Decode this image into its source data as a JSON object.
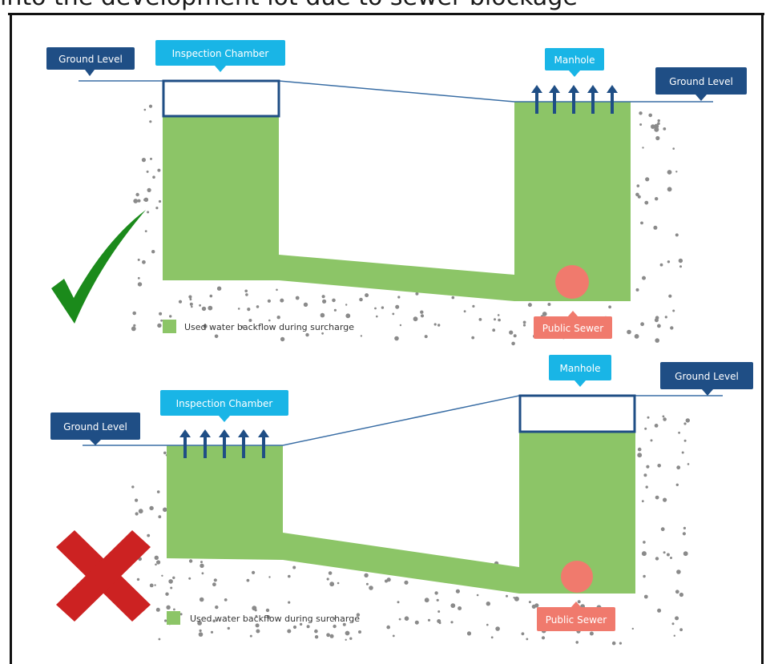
{
  "title": "e into the development lot due to sewer blockage",
  "colors": {
    "water": "#8cc567",
    "dark_label": "#1f4e85",
    "light_label": "#19b5e6",
    "sewer": "#f07a6d",
    "arrow": "#1f4e85",
    "tick": "#1b8a1b",
    "cross": "#cc2222",
    "gravel": "#8a8a8a"
  },
  "top_panel": {
    "ground_level_left": "Ground Level",
    "inspection_chamber": "Inspection Chamber",
    "manhole": "Manhole",
    "ground_level_right": "Ground Level",
    "public_sewer": "Public Sewer",
    "legend": "Used water backflow during surcharge",
    "verdict_icon": "check-mark-icon"
  },
  "bottom_panel": {
    "ground_level_left": "Ground Level",
    "inspection_chamber": "Inspection Chamber",
    "manhole": "Manhole",
    "ground_level_right": "Ground Level",
    "public_sewer": "Public Sewer",
    "legend": "Used water backflow during surcharge",
    "verdict_icon": "cross-mark-icon"
  }
}
